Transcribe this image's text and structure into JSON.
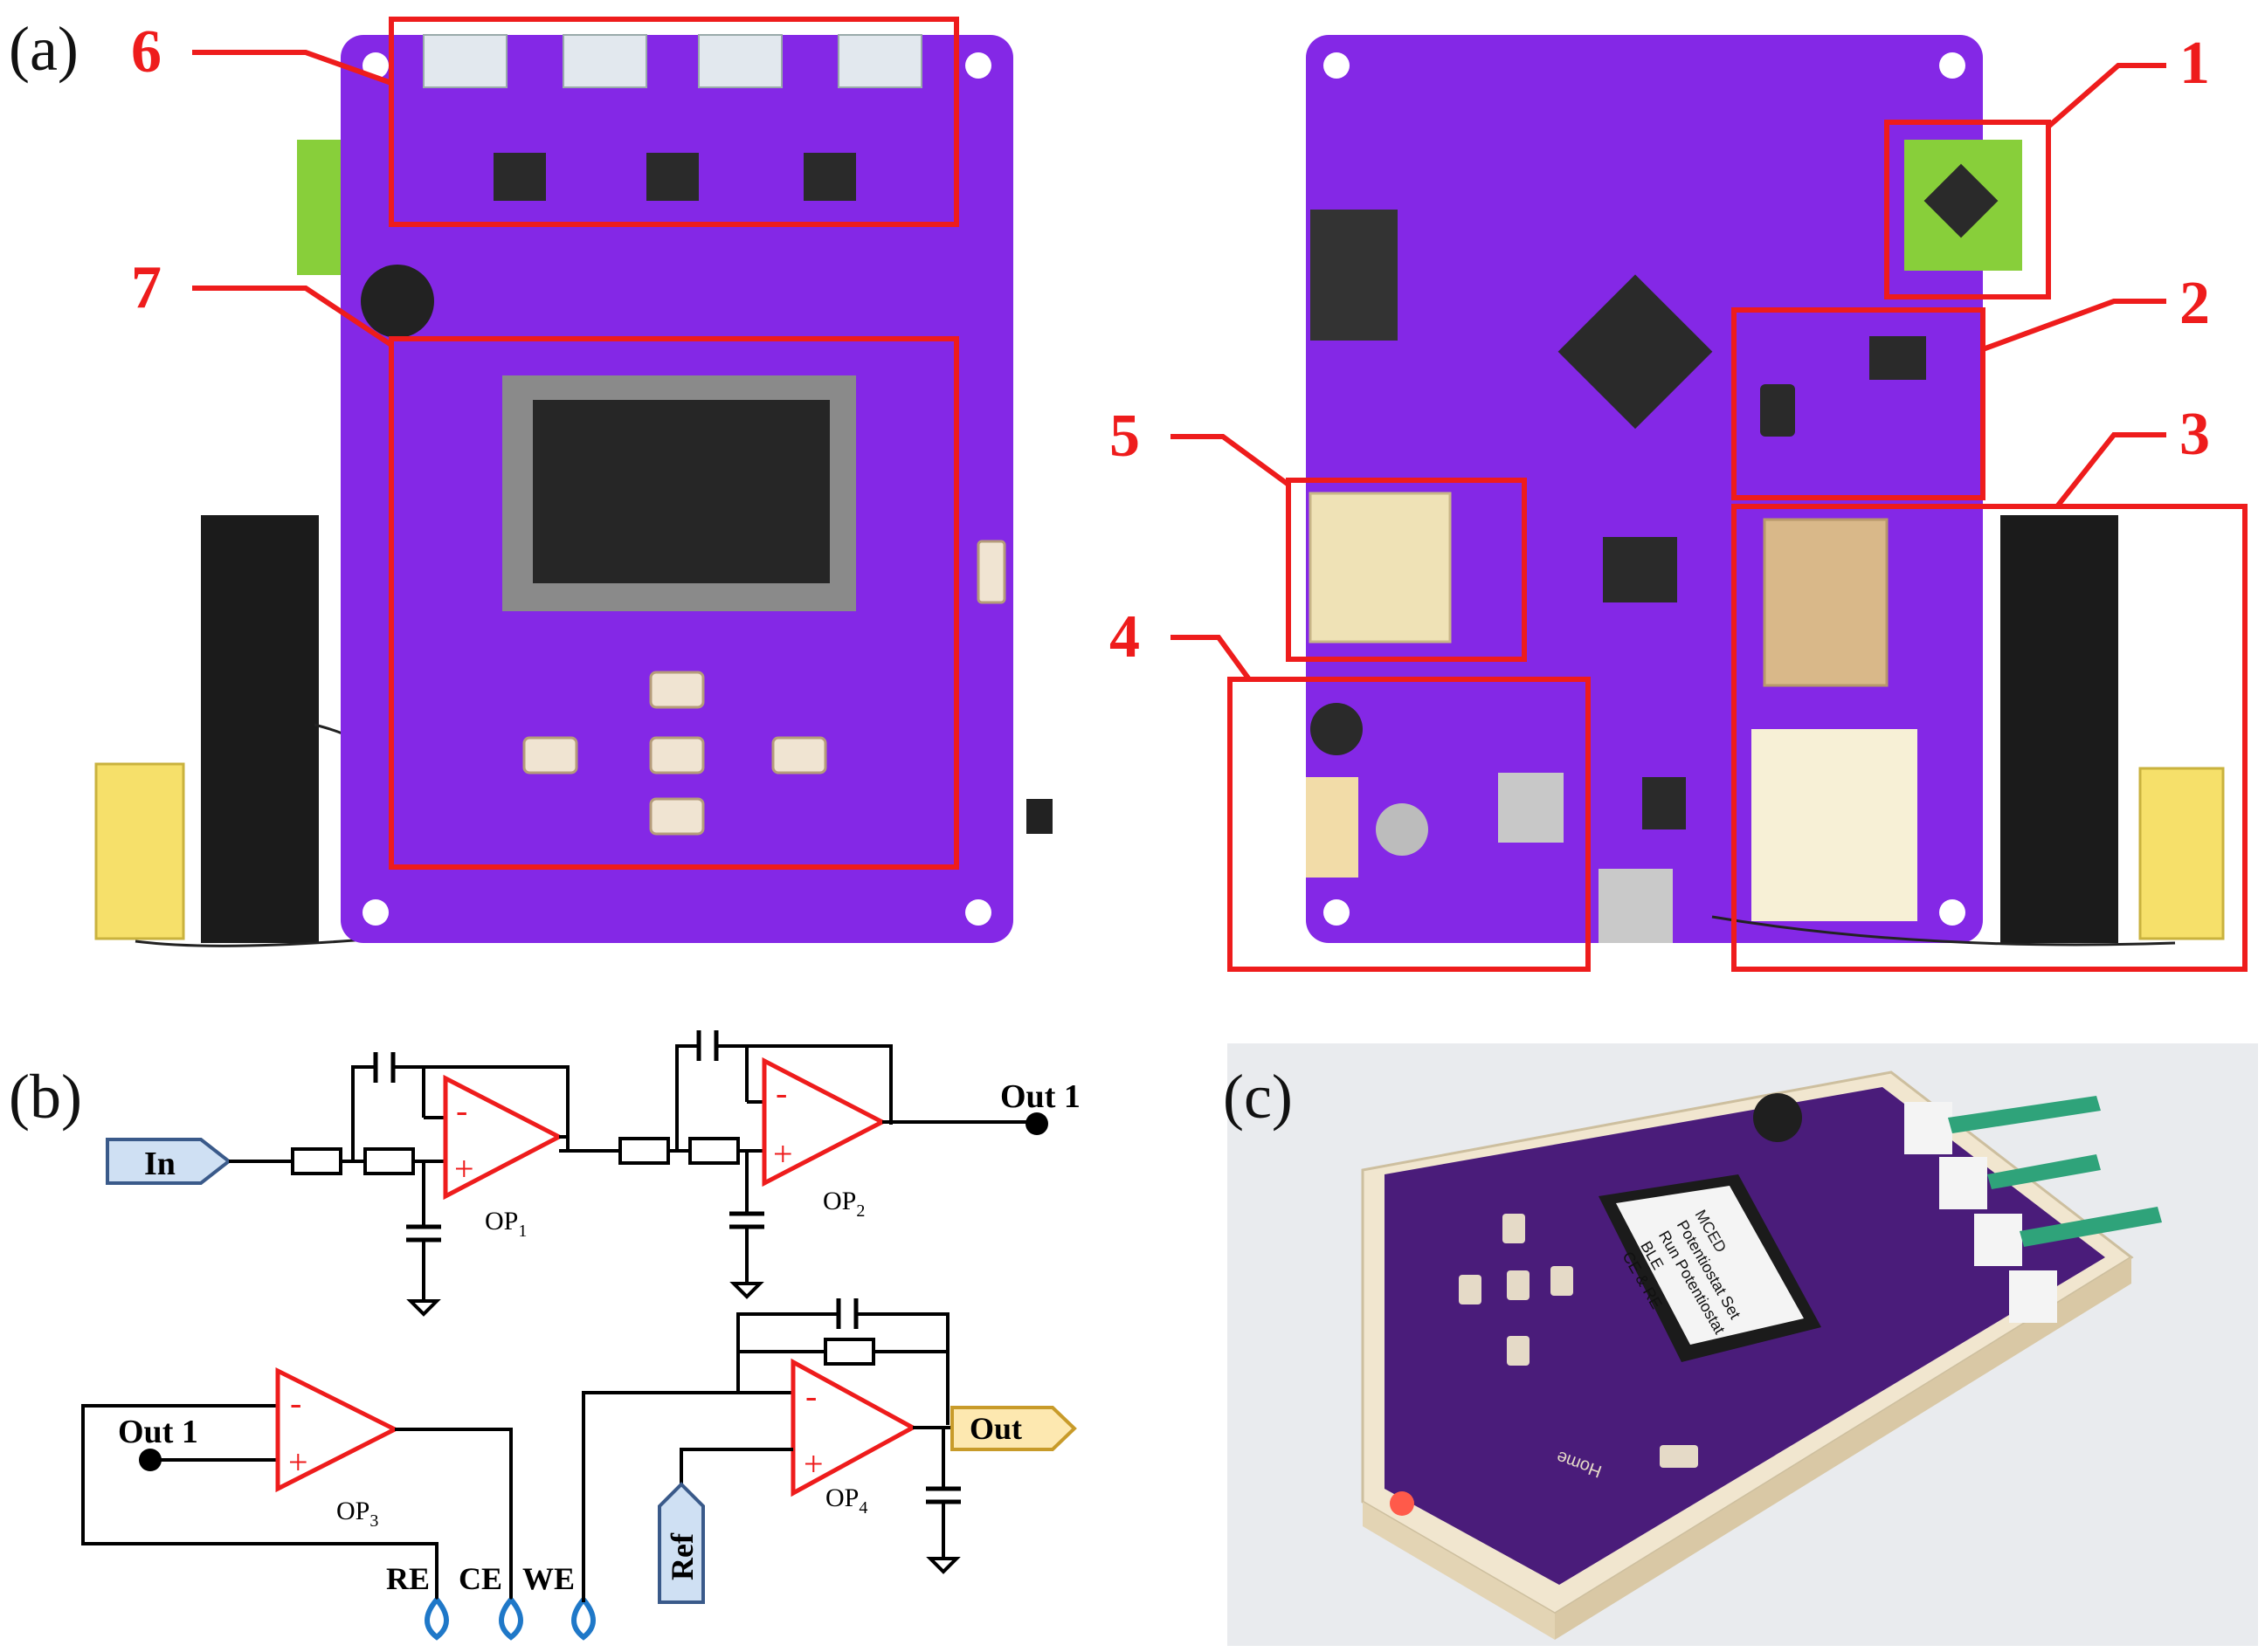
{
  "panels": {
    "a": {
      "label": "(a)"
    },
    "b": {
      "label": "(b)"
    },
    "c": {
      "label": "(c)"
    }
  },
  "callouts": [
    "1",
    "2",
    "3",
    "4",
    "5",
    "6",
    "7"
  ],
  "circuit": {
    "input": "In",
    "intermediate_output": "Out 1",
    "output": "Out",
    "reference": "Ref",
    "electrodes": [
      "RE",
      "CE",
      "WE"
    ],
    "opamps": [
      {
        "main": "OP",
        "sub": "1"
      },
      {
        "main": "OP",
        "sub": "2"
      },
      {
        "main": "OP",
        "sub": "3"
      },
      {
        "main": "OP",
        "sub": "4"
      }
    ],
    "opamp_signs": {
      "minus": "-",
      "plus": "+"
    }
  },
  "device_screen": {
    "lines": [
      "MCED",
      "Potentiostat Set",
      "Run Potentiostat",
      "BLE",
      "CE & RE"
    ]
  },
  "device_home_label": "Home",
  "colors": {
    "pcb": "#8428e6",
    "pcb_dark": "#6418b8",
    "highlight": "#ee1c1c",
    "input_tag": "#cfe0f3",
    "output_tag": "#fde8b0",
    "electrode": "#1f78c8",
    "enclosure": "#f1e6cf",
    "test_strip": "#2fa37a"
  }
}
